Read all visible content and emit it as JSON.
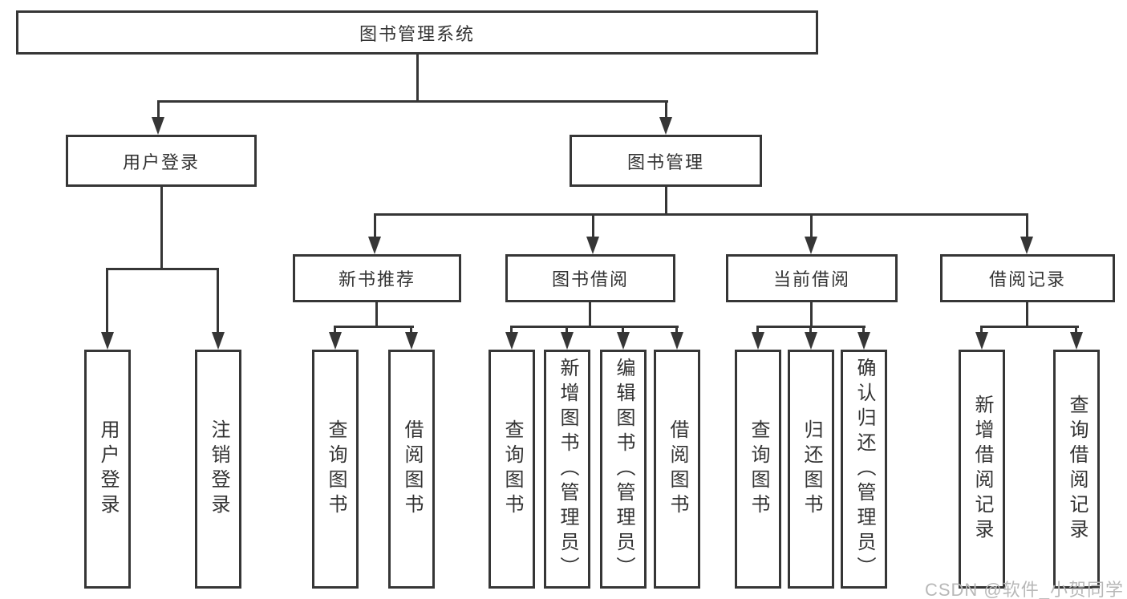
{
  "tree": {
    "root": {
      "label": "图书管理系统"
    },
    "children": [
      {
        "label": "用户登录",
        "children": [
          {
            "label": "用户登录"
          },
          {
            "label": "注销登录"
          }
        ]
      },
      {
        "label": "图书管理",
        "children": [
          {
            "label": "新书推荐",
            "children": [
              {
                "label": "查询图书"
              },
              {
                "label": "借阅图书"
              }
            ]
          },
          {
            "label": "图书借阅",
            "children": [
              {
                "label": "查询图书"
              },
              {
                "label": "新增图书（管理员）"
              },
              {
                "label": "编辑图书（管理员）"
              },
              {
                "label": "借阅图书"
              }
            ]
          },
          {
            "label": "当前借阅",
            "children": [
              {
                "label": "查询图书"
              },
              {
                "label": "归还图书"
              },
              {
                "label": "确认归还（管理员）"
              }
            ]
          },
          {
            "label": "借阅记录",
            "children": [
              {
                "label": "新增借阅记录"
              },
              {
                "label": "查询借阅记录"
              }
            ]
          }
        ]
      }
    ]
  },
  "watermark": {
    "text": "CSDN @软件_小贺同学"
  },
  "colors": {
    "line": "#363636",
    "box_border": "#363636",
    "text": "#333333",
    "watermark": "#b8b8b8",
    "background": "#ffffff"
  }
}
